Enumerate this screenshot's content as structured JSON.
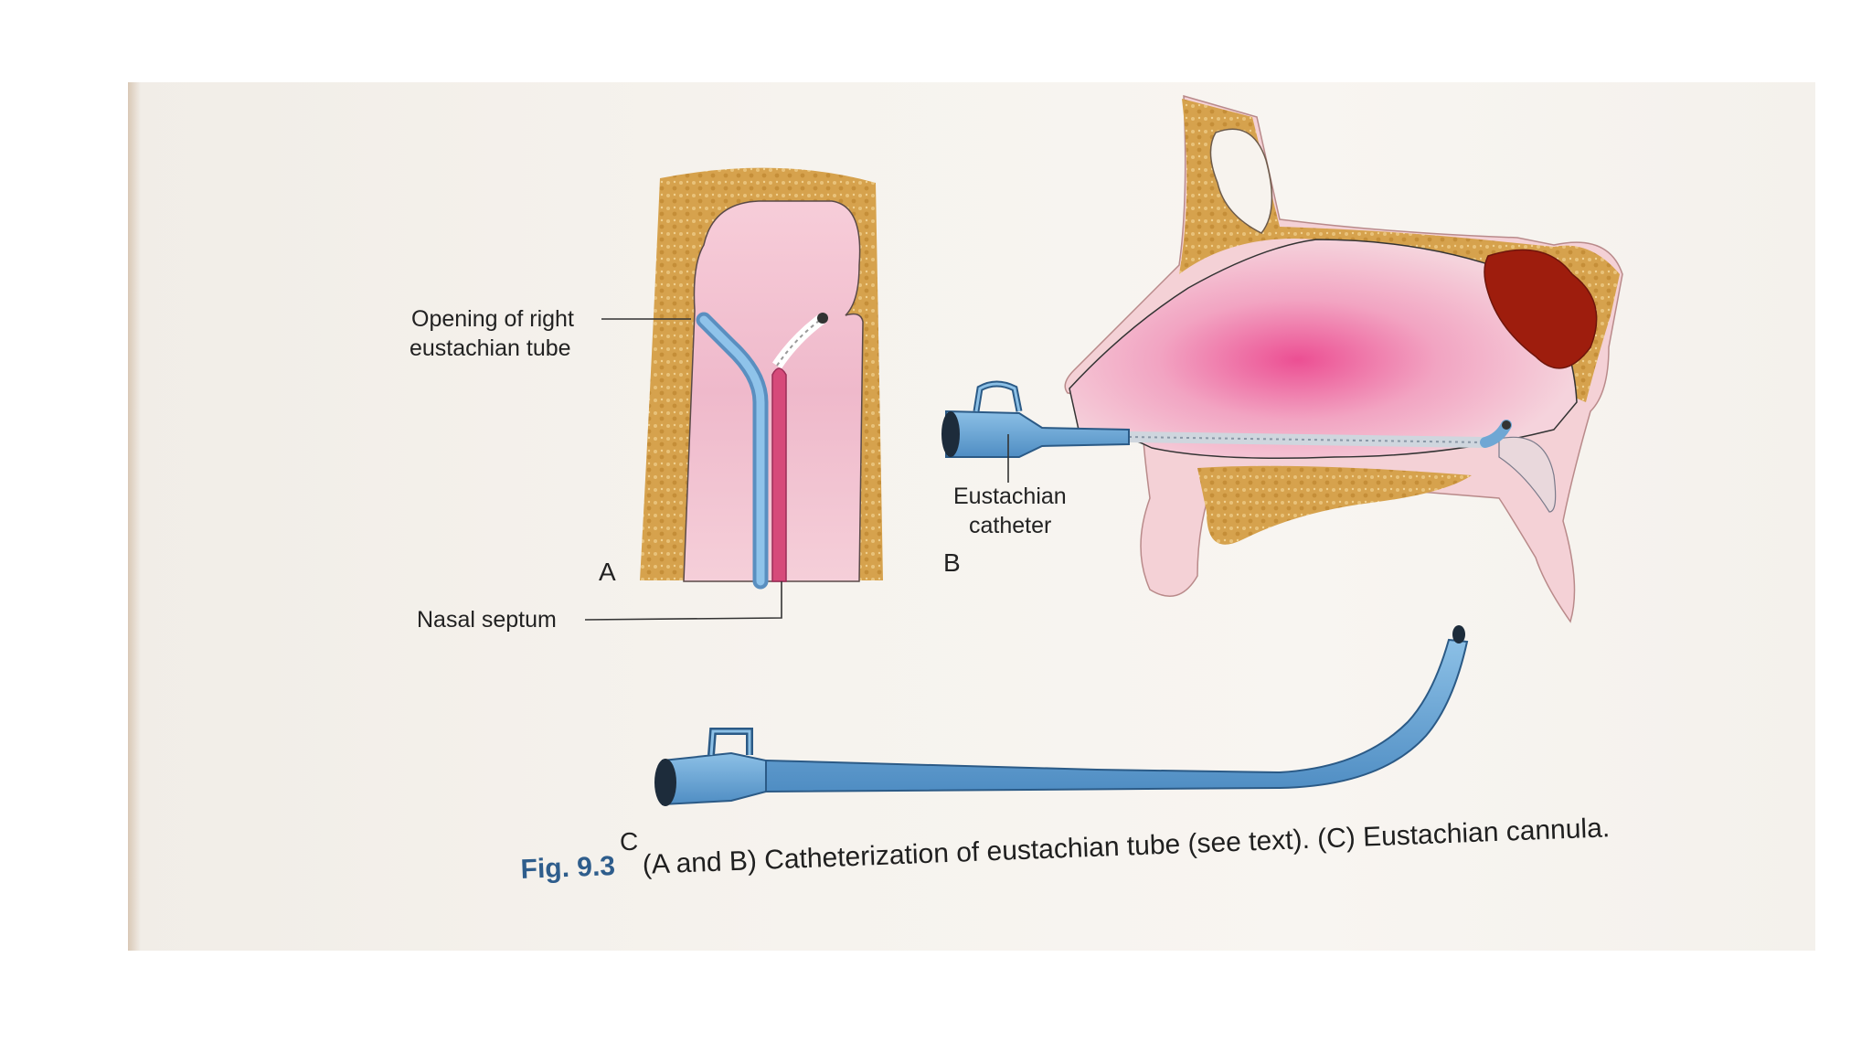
{
  "figure": {
    "labels": {
      "opening_line1": "Opening of right",
      "opening_line2": "eustachian tube",
      "nasal_septum": "Nasal septum",
      "catheter_line1": "Eustachian",
      "catheter_line2": "catheter"
    },
    "panel_letters": {
      "a": "A",
      "b": "B",
      "c": "C"
    },
    "caption": {
      "fig_number": "Fig. 9.3",
      "text": "(A and B) Catheterization of eustachian tube (see text). (C) Eustachian cannula."
    }
  },
  "colors": {
    "bone": "#d8a953",
    "mucosa": "#f2c6d3",
    "catheter": "#6fa7d4",
    "septum": "#d64a7a",
    "blood": "#9e1d0d",
    "caption_fig": "#2e5d8c"
  },
  "icons": [
    "eustachian-catheter-icon",
    "eustachian-cannula-icon"
  ]
}
